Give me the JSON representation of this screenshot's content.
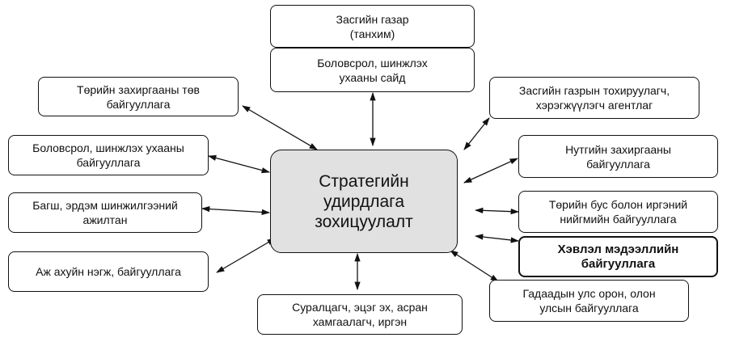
{
  "center_label": "Стратегийн\nудирдлага\nзохицуулалт",
  "nodes": {
    "government": "Засгийн газар\n(танхим)",
    "education_minister": "Боловсрол, шинжлэх\nухааны сайд",
    "central_admin": "Төрийн захиргааны төв\nбайгууллага",
    "regulatory_agency": "Засгийн газрын тохируулагч,\nхэрэгжүүлэгч агентлаг",
    "education_orgs": "Боловсрол, шинжлэх ухааны\nбайгууллага",
    "local_admin": "Нутгийн захиргааны\nбайгууллага",
    "teachers_researchers": "Багш, эрдэм шинжилгээний\nажилтан",
    "ngo_civil": "Төрийн бус болон иргэний\nнийгмийн байгууллага",
    "media": "Хэвлэл мэдээллийн\nбайгууллага",
    "business": "Аж ахуйн нэгж, байгууллага",
    "foreign": "Гадаадын улс орон, олон\nулсын байгууллага",
    "students_parents": "Суралцагч, эцэг эх, асран\nхамгаалагч, иргэн"
  }
}
